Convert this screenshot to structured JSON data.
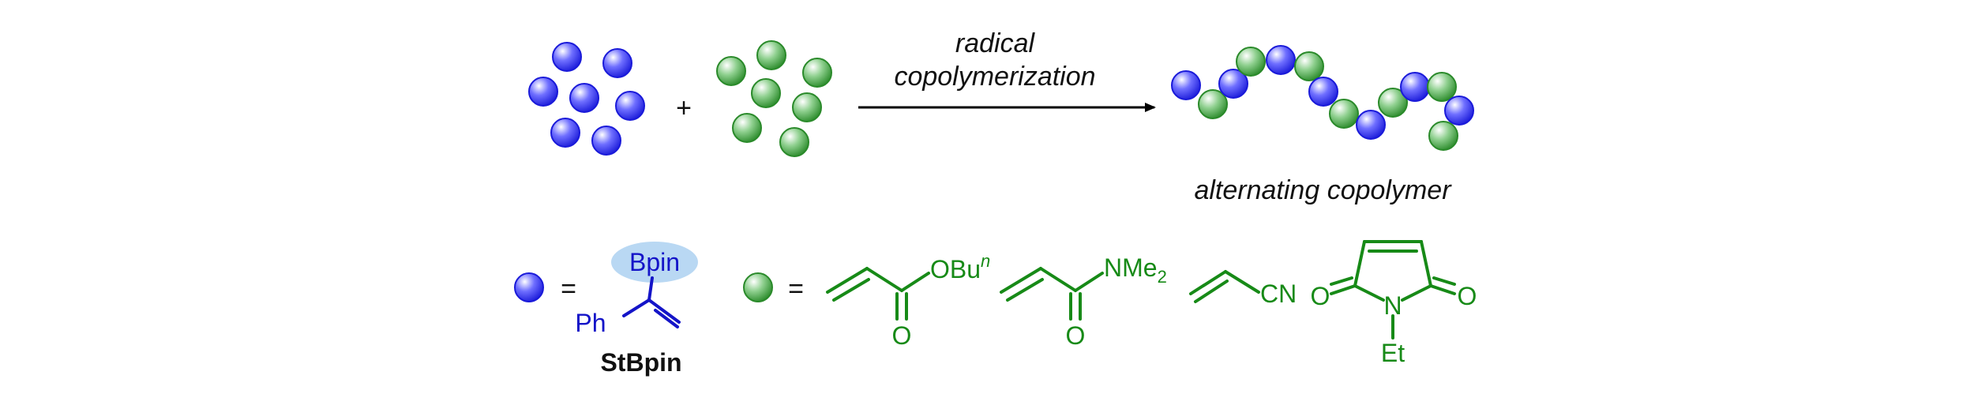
{
  "colors": {
    "monomer_a": "#2b2bff",
    "monomer_b": "#3a9a3a",
    "structure_blue": "#1414c8",
    "structure_green": "#178a17",
    "bpin_highlight": "#b9d8f3"
  },
  "top": {
    "plus": "+",
    "arrow_label_line1": "radical",
    "arrow_label_line2": "copolymerization",
    "product_caption": "alternating copolymer"
  },
  "legend": {
    "equals_a": "=",
    "equals_b": "=",
    "stbpin": {
      "bpin": "Bpin",
      "ph": "Ph",
      "name": "StBpin"
    },
    "butyl_acrylate": {
      "ester_o": "OBu",
      "ester_sup": "n",
      "carbonyl_o": "O"
    },
    "dimethylacrylamide": {
      "amine": "NMe",
      "amine_sub": "2",
      "carbonyl_o": "O"
    },
    "acrylonitrile": {
      "nitrile": "CN"
    },
    "ethylmaleimide": {
      "o_left": "O",
      "o_right": "O",
      "n": "N",
      "et": "Et"
    }
  }
}
